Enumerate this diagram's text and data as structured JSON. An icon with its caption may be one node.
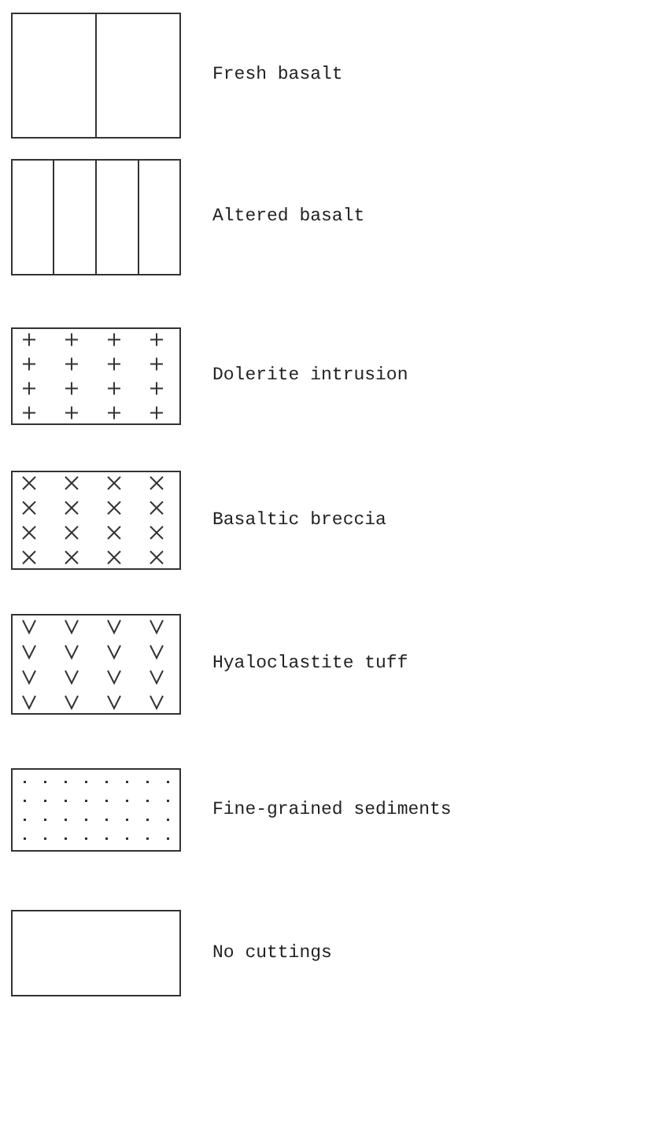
{
  "diagram": {
    "legend": [
      {
        "text": "Fresh basalt"
      },
      {
        "text": "Altered basalt"
      },
      {
        "text": "Dolerite intrusion"
      },
      {
        "text": "Basaltic breccia"
      },
      {
        "text": "Hyaloclastite tuff"
      },
      {
        "text": "Fine-grained sediments"
      },
      {
        "text": "No cuttings"
      }
    ]
  }
}
